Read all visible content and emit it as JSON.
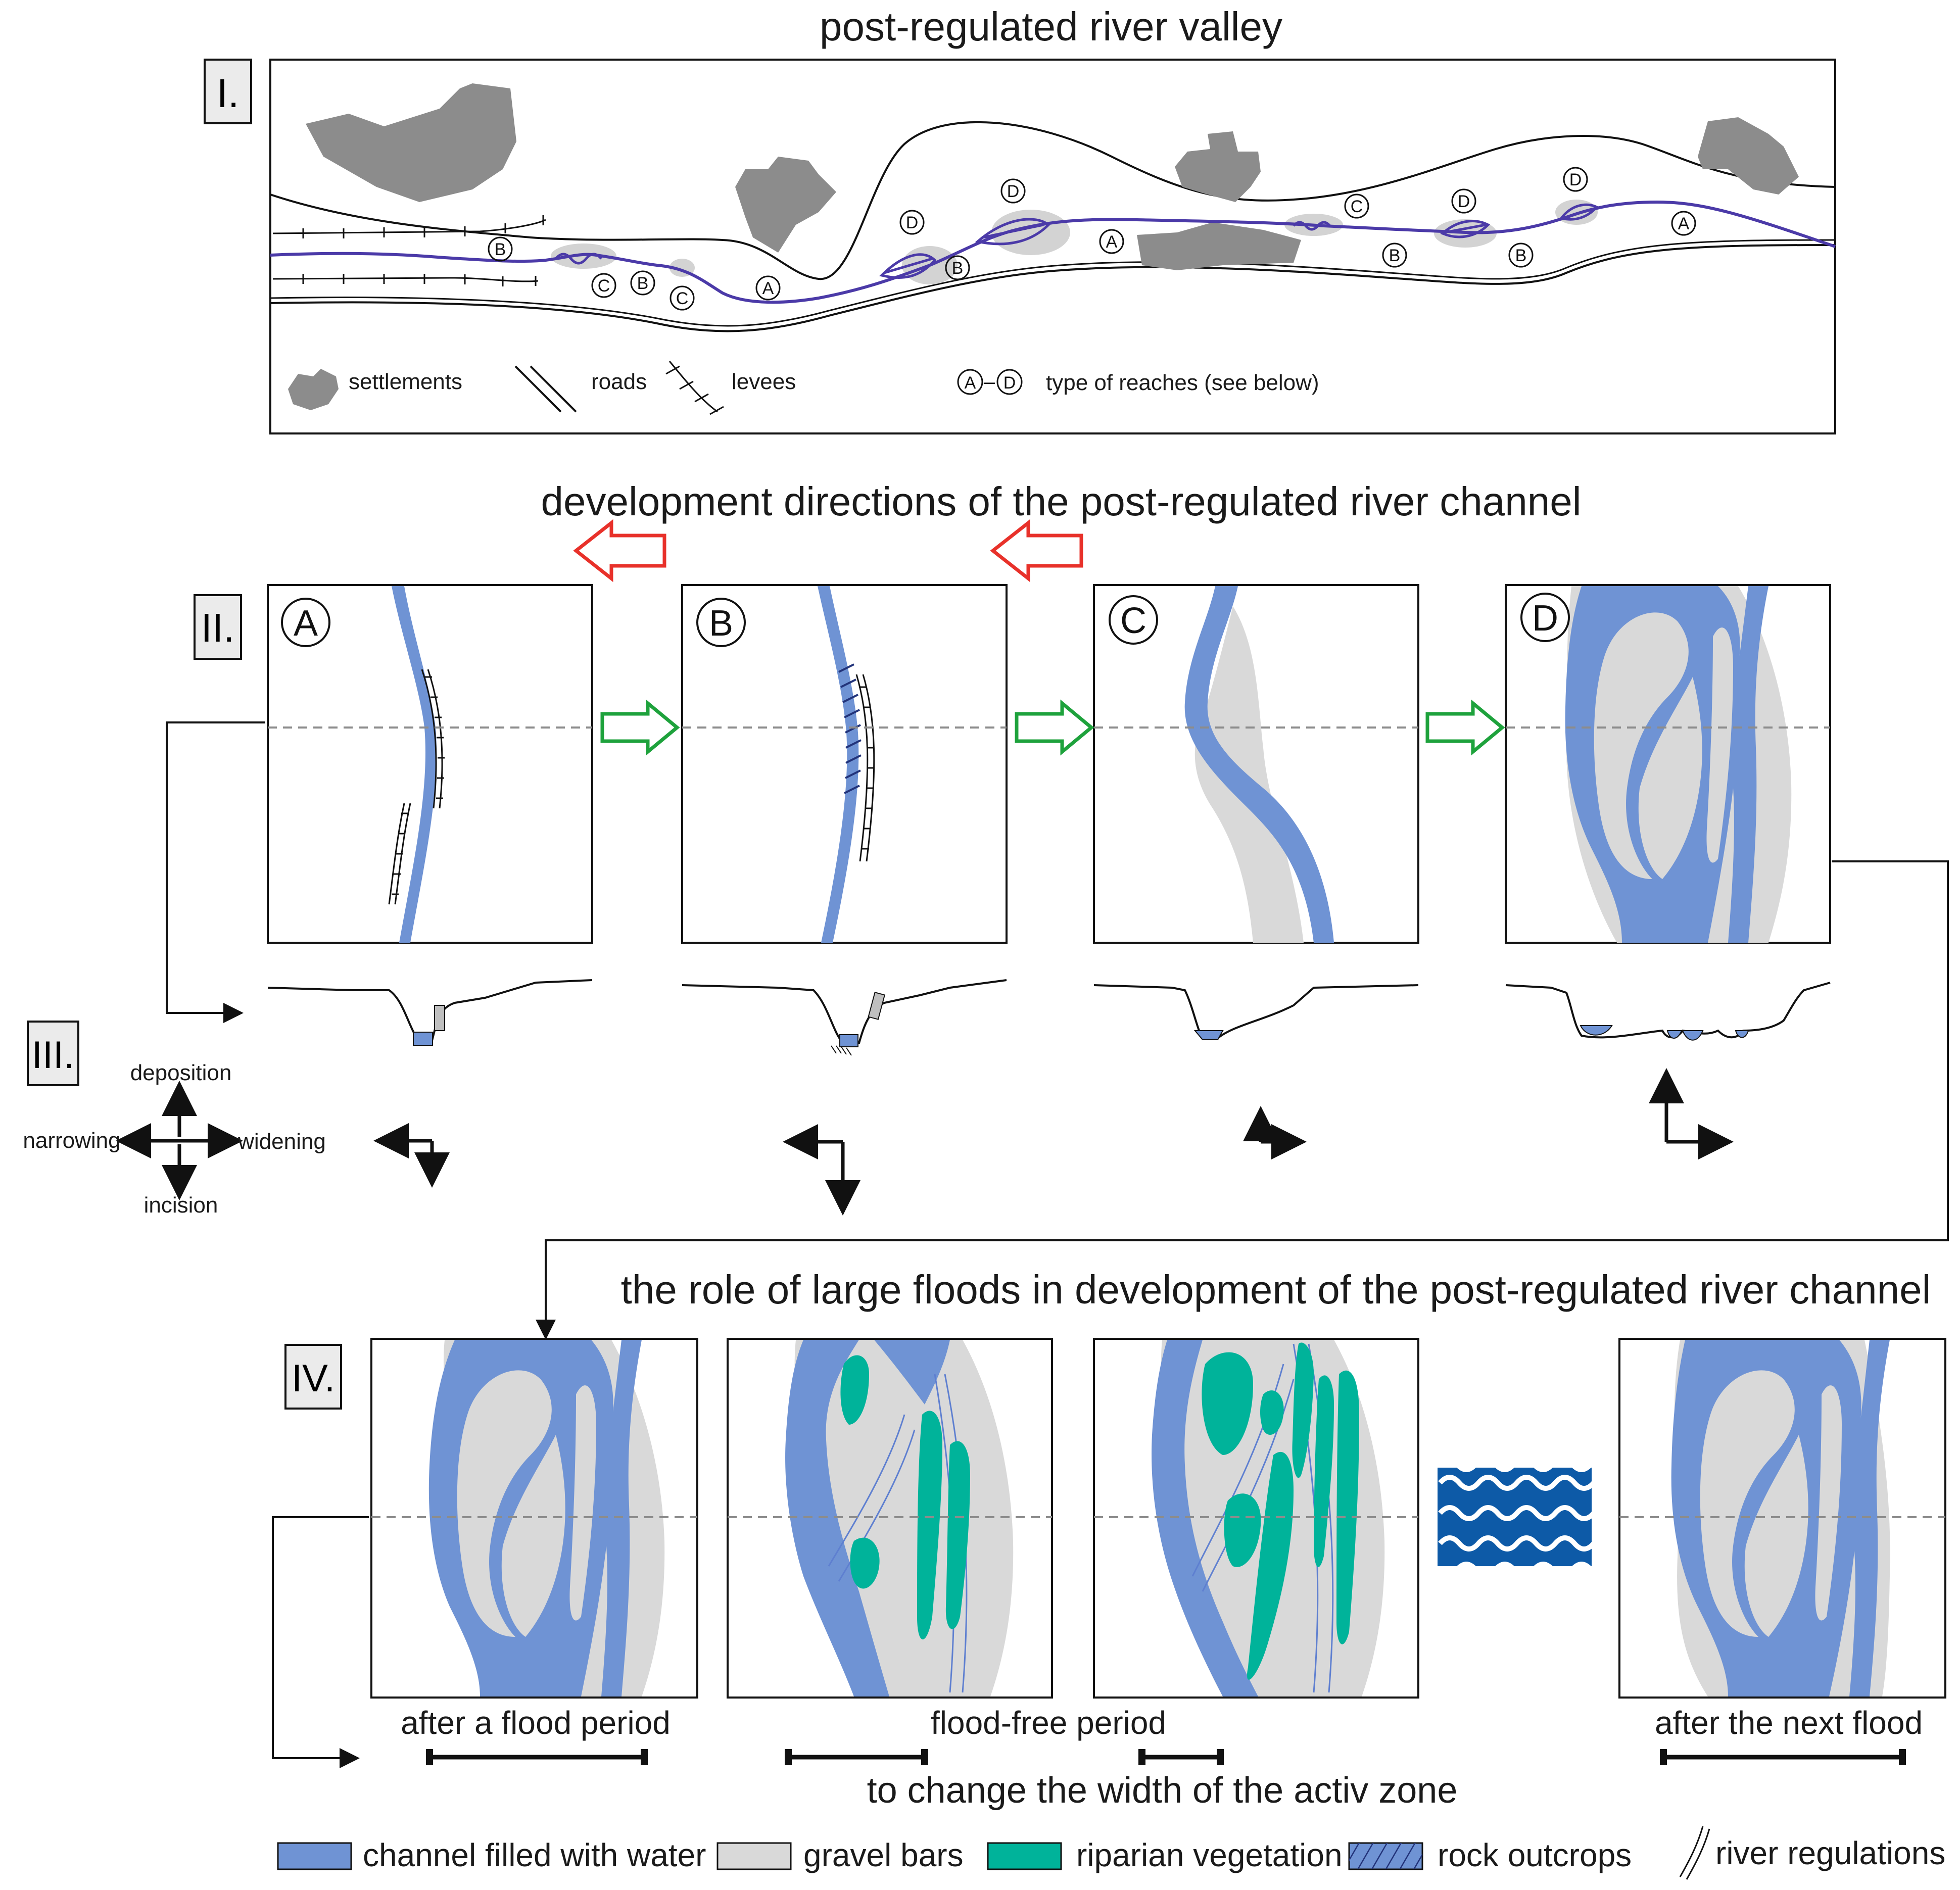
{
  "titles": {
    "t1": "post-regulated river valley",
    "t2": "development directions of the post-regulated river channel",
    "t3": "the role of large floods in development of the post-regulated river channel",
    "t4": "to change the width of the activ zone"
  },
  "sections": {
    "s1": "I.",
    "s2": "II.",
    "s3": "III.",
    "s4": "IV."
  },
  "map_legend": {
    "settlements": "settlements",
    "roads": "roads",
    "levees": "levees",
    "reach_a": "A",
    "reach_dash": "–",
    "reach_d": "D",
    "reaches": "type of reaches (see below)"
  },
  "reach_labels": {
    "a": "A",
    "b": "B",
    "c": "C",
    "d": "D"
  },
  "panel_labels": {
    "a": "A",
    "b": "B",
    "c": "C",
    "d": "D"
  },
  "axes": {
    "deposition": "deposition",
    "incision": "incision",
    "narrowing": "narrowing",
    "widening": "widening"
  },
  "captions": {
    "after_flood": "after a flood period",
    "flood_free": "flood-free period",
    "after_next": "after the next flood"
  },
  "legend": {
    "water": "channel filled with water",
    "gravel": "gravel bars",
    "vegetation": "riparian vegetation",
    "rock": "rock outcrops",
    "regulations": "river regulations"
  },
  "colors": {
    "water": "#6f93d4",
    "gravel": "#d9d9d9",
    "vegetation": "#00b39a",
    "settlement": "#8c8c8c",
    "river_line": "#4b3aa8",
    "arrow_red": "#e8312a",
    "arrow_green": "#1ea23c",
    "flood": "#0d5aa7"
  }
}
